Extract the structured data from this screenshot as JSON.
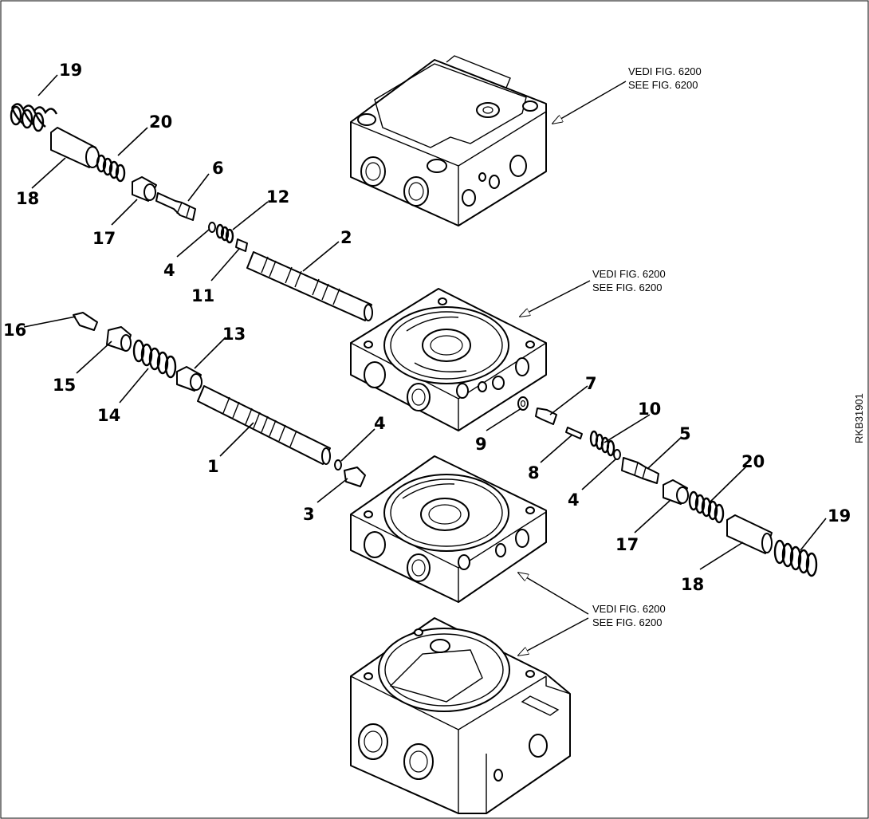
{
  "figure_code": "RKB31901",
  "reference_notes": [
    {
      "line1": "VEDI FIG. 6200",
      "line2": "SEE FIG. 6200"
    },
    {
      "line1": "VEDI FIG. 6200",
      "line2": "SEE FIG. 6200"
    },
    {
      "line1": "VEDI FIG. 6200",
      "line2": "SEE FIG. 6200"
    }
  ],
  "callouts": [
    {
      "id": "19a",
      "text": "19"
    },
    {
      "id": "20a",
      "text": "20"
    },
    {
      "id": "18a",
      "text": "18"
    },
    {
      "id": "6",
      "text": "6"
    },
    {
      "id": "12",
      "text": "12"
    },
    {
      "id": "17a",
      "text": "17"
    },
    {
      "id": "2",
      "text": "2"
    },
    {
      "id": "4a",
      "text": "4"
    },
    {
      "id": "11",
      "text": "11"
    },
    {
      "id": "16",
      "text": "16"
    },
    {
      "id": "13",
      "text": "13"
    },
    {
      "id": "15",
      "text": "15"
    },
    {
      "id": "14",
      "text": "14"
    },
    {
      "id": "7",
      "text": "7"
    },
    {
      "id": "10",
      "text": "10"
    },
    {
      "id": "9",
      "text": "9"
    },
    {
      "id": "4b",
      "text": "4"
    },
    {
      "id": "5",
      "text": "5"
    },
    {
      "id": "1",
      "text": "1"
    },
    {
      "id": "8",
      "text": "8"
    },
    {
      "id": "20b",
      "text": "20"
    },
    {
      "id": "4c",
      "text": "4"
    },
    {
      "id": "19b",
      "text": "19"
    },
    {
      "id": "3",
      "text": "3"
    },
    {
      "id": "17b",
      "text": "17"
    },
    {
      "id": "18b",
      "text": "18"
    }
  ]
}
